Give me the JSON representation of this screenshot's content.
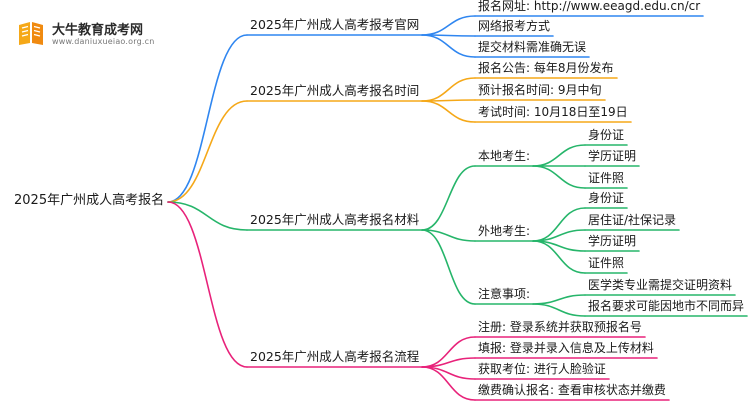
{
  "logo": {
    "name": "大牛教育成考网",
    "url": "www.daniuxueiao.org.cn"
  },
  "colors": {
    "blue": "#2f86f0",
    "orange": "#f5a818",
    "green": "#26b56a",
    "pink": "#e8227a"
  },
  "root": {
    "label": "2025年广州成人高考报名"
  },
  "branches": [
    {
      "label": "2025年广州成人高考报考官网",
      "color": "blue",
      "items": [
        "报名网址: http://www.eeagd.edu.cn/cr",
        "网络报考方式",
        "提交材料需准确无误"
      ]
    },
    {
      "label": "2025年广州成人高考报名时间",
      "color": "orange",
      "items": [
        "报名公告: 每年8月份发布",
        "预计报名时间: 9月中旬",
        "考试时间: 10月18日至19日"
      ]
    },
    {
      "label": "2025年广州成人高考报名材料",
      "color": "green",
      "groups": [
        {
          "label": "本地考生:",
          "items": [
            "身份证",
            "学历证明",
            "证件照"
          ]
        },
        {
          "label": "外地考生:",
          "items": [
            "身份证",
            "居住证/社保记录",
            "学历证明",
            "证件照"
          ]
        },
        {
          "label": "注意事项:",
          "items": [
            "医学类专业需提交证明资料",
            "报名要求可能因地市不同而异"
          ]
        }
      ]
    },
    {
      "label": "2025年广州成人高考报名流程",
      "color": "pink",
      "items": [
        "注册: 登录系统并获取预报名号",
        "填报: 登录并录入信息及上传材料",
        "获取考位: 进行人脸验证",
        "缴费确认报名: 查看审核状态并缴费"
      ]
    }
  ]
}
